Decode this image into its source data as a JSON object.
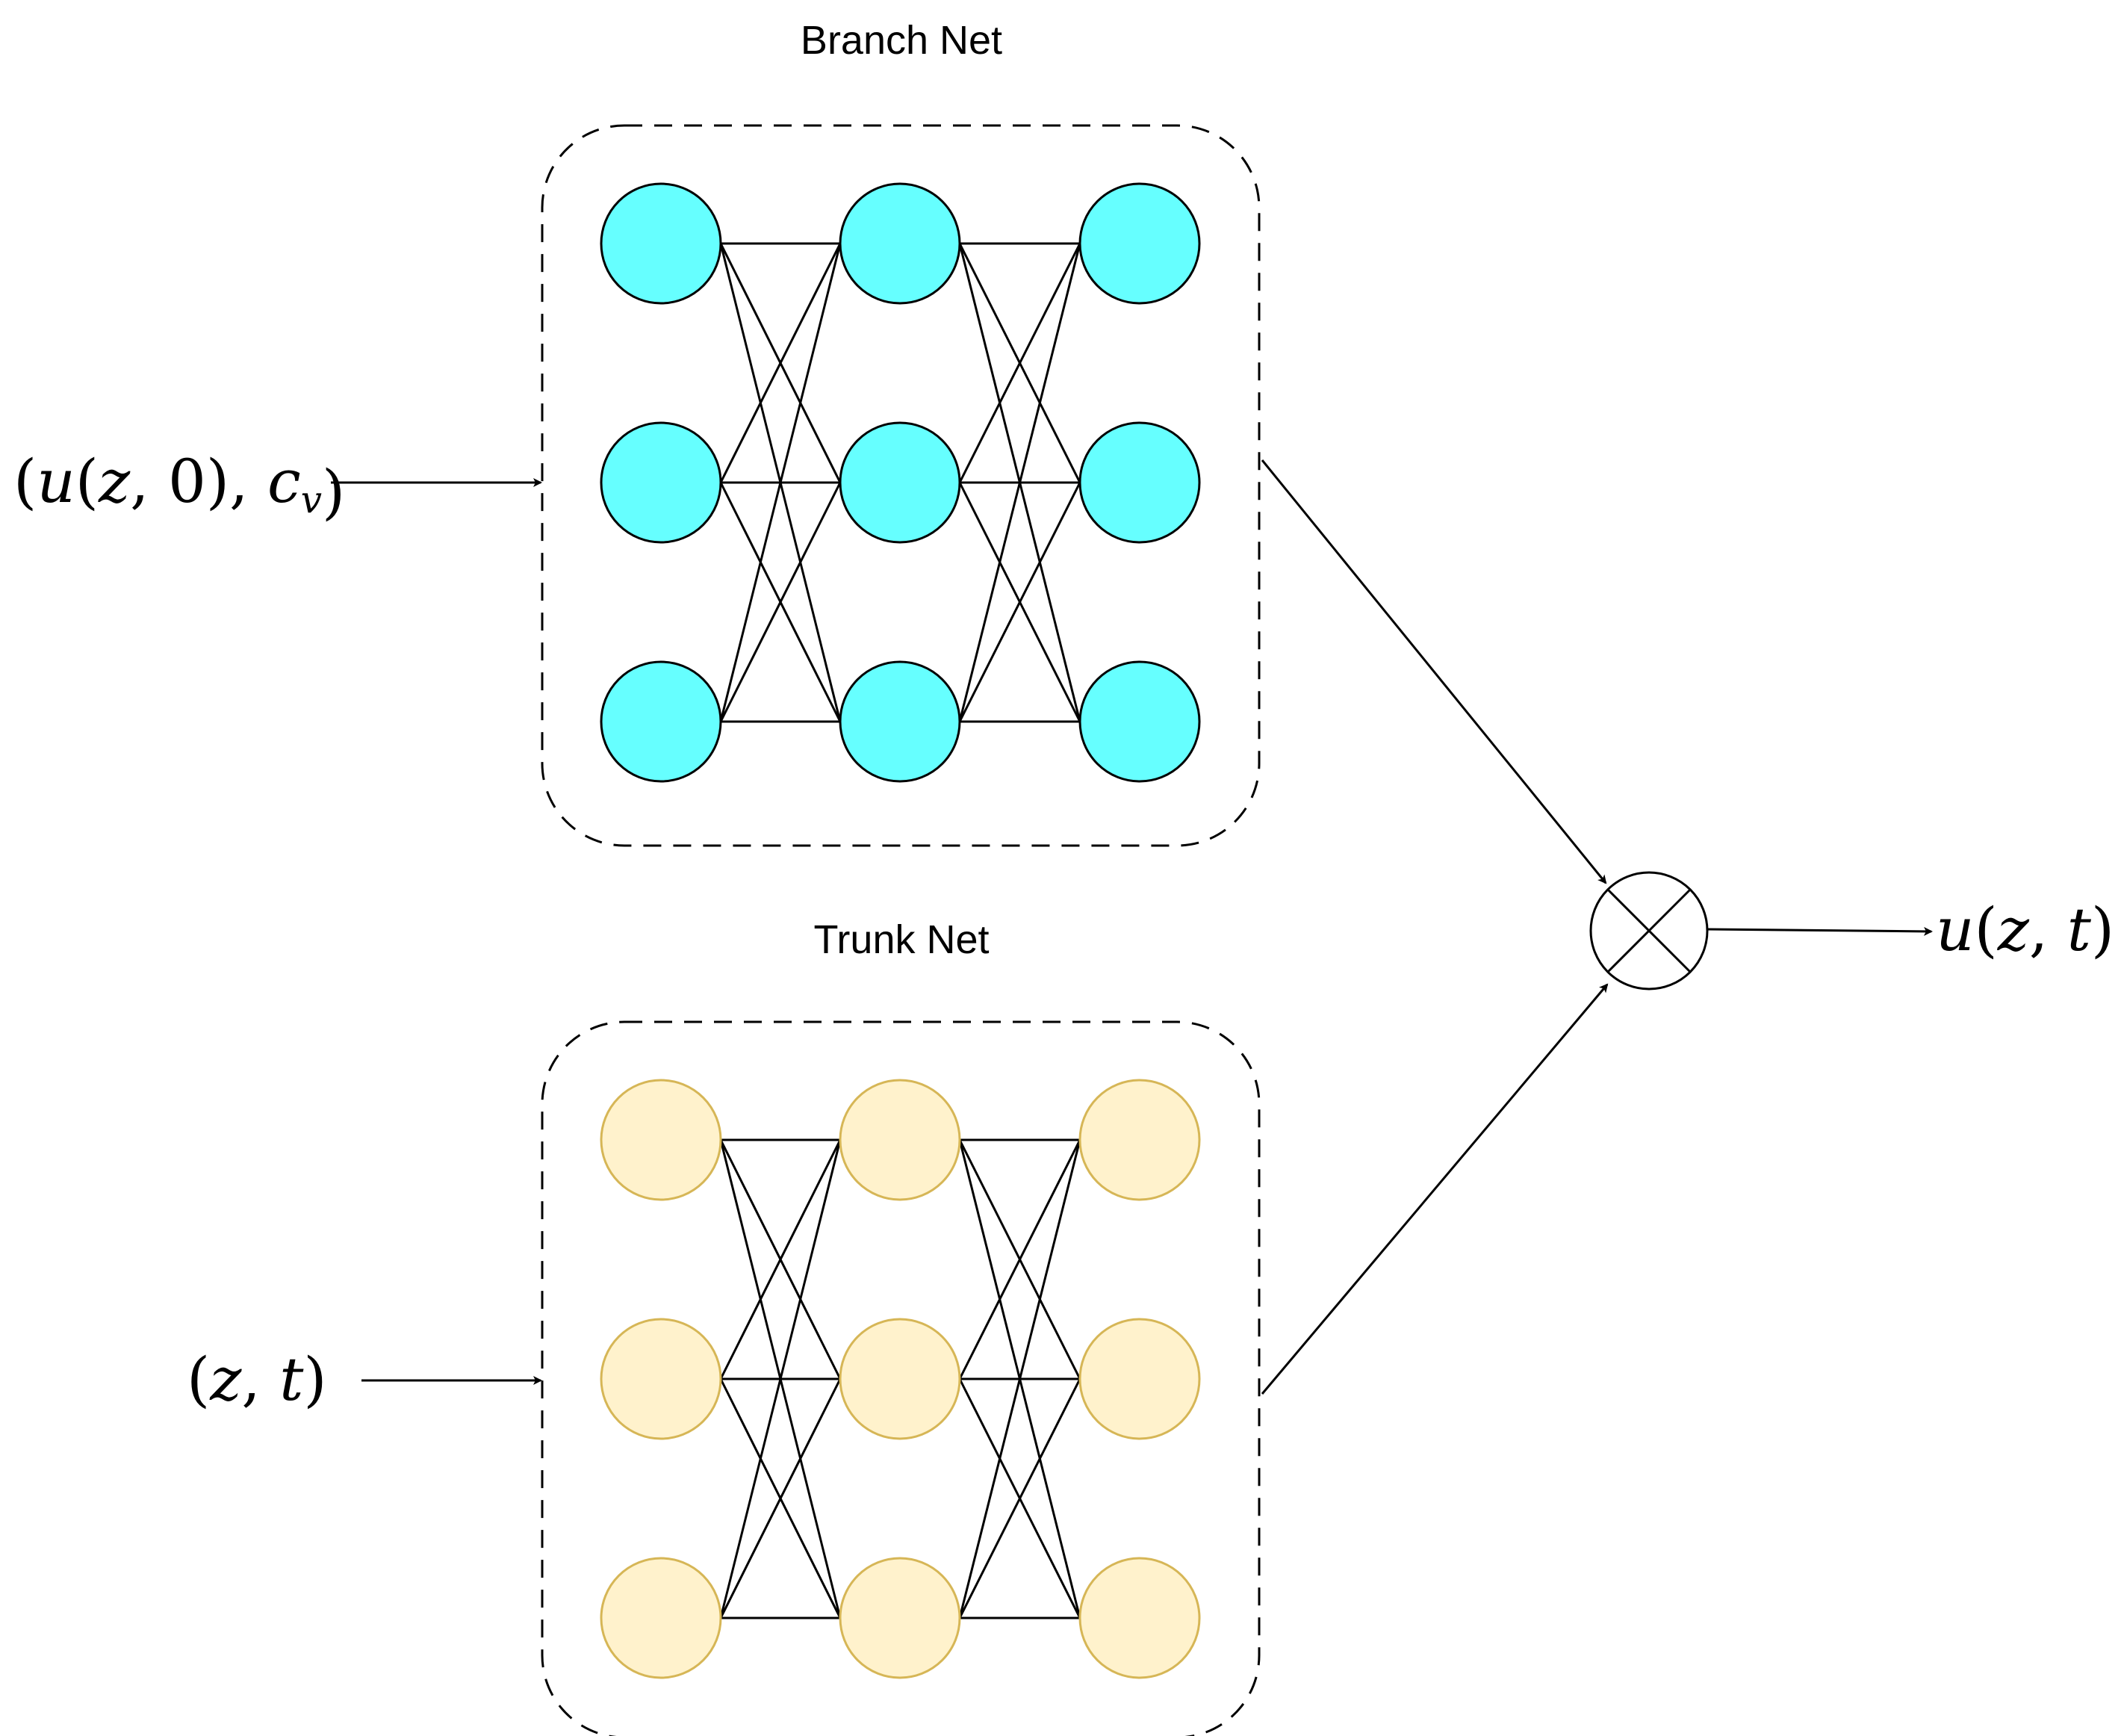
{
  "diagram": {
    "branch_net": {
      "title": "Branch Net",
      "node_fill": "#66ffff",
      "node_stroke": "#000000",
      "layers": [
        3,
        3,
        3
      ]
    },
    "trunk_net": {
      "title": "Trunk Net",
      "node_fill": "#fff2cc",
      "node_stroke": "#d6b656",
      "layers": [
        3,
        3,
        3
      ]
    },
    "inputs": {
      "branch_input": "(u(z, 0), c_v)",
      "trunk_input": "(z, t)"
    },
    "output": {
      "label": "u(z, t)"
    },
    "operator": {
      "name": "multiply-operator-icon",
      "symbol": "⊗"
    }
  }
}
